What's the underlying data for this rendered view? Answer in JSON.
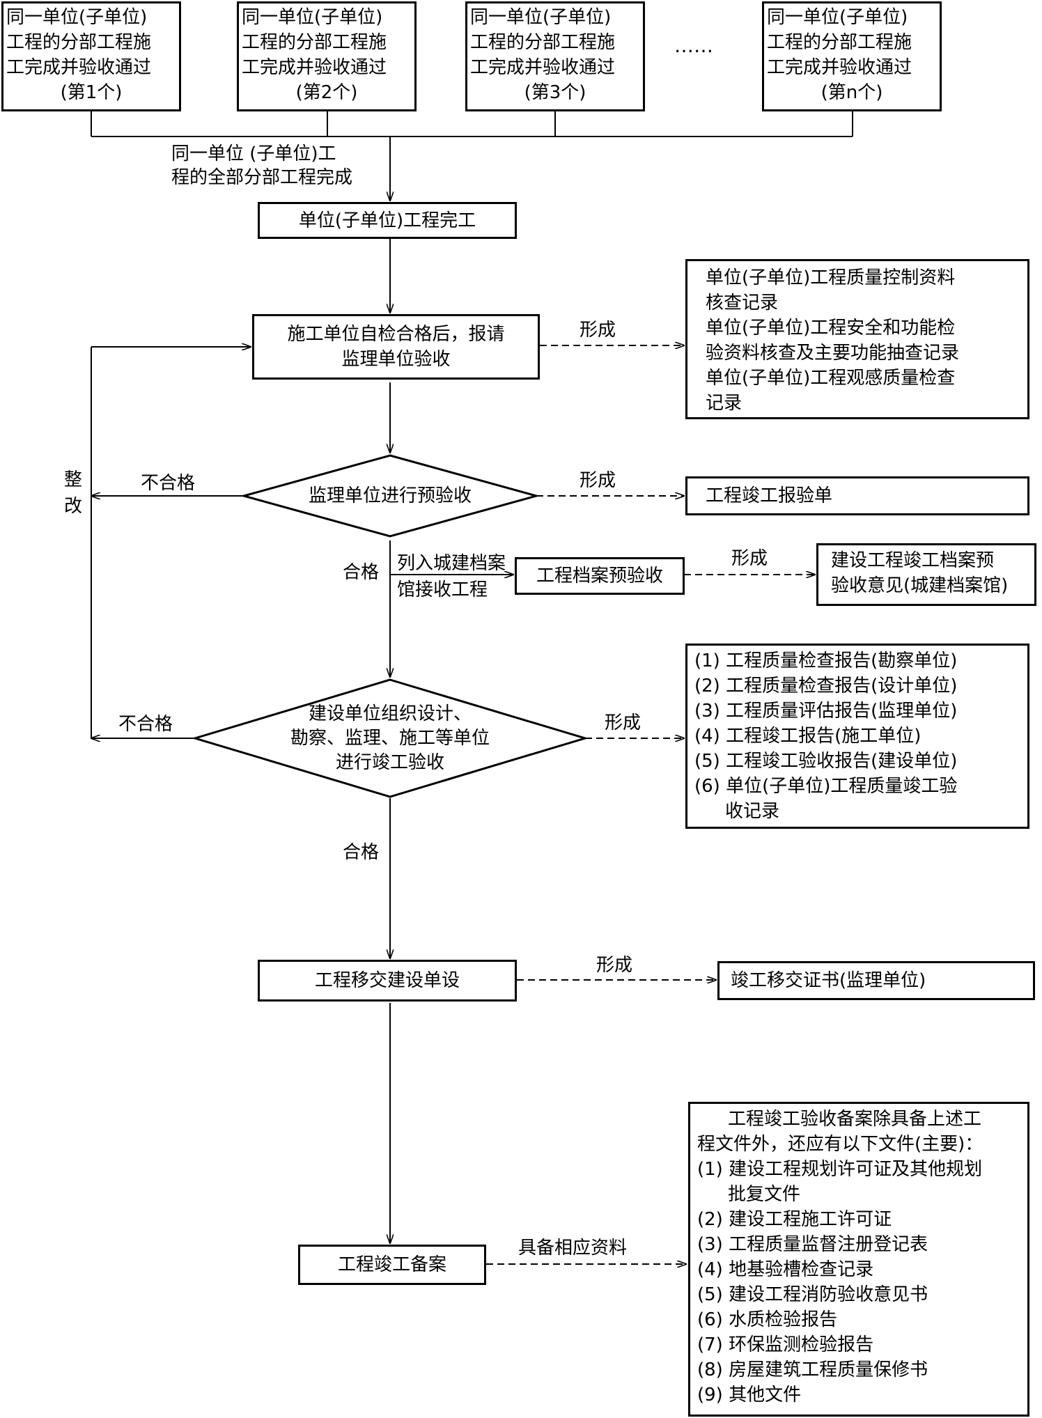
{
  "top_boxes": [
    {
      "lines": [
        "同一单位(子单位)",
        "工程的分部工程施",
        "工完成并验收通过",
        "(第1个)"
      ]
    },
    {
      "lines": [
        "同一单位(子单位)",
        "工程的分部工程施",
        "工完成并验收通过",
        "(第2个)"
      ]
    },
    {
      "lines": [
        "同一单位(子单位)",
        "工程的分部工程施",
        "工完成并验收通过",
        "(第3个)"
      ]
    },
    {
      "lines": [
        "同一单位(子单位)",
        "工程的分部工程施",
        "工完成并验收通过",
        "(第n个)"
      ]
    }
  ],
  "ellipsis": "……",
  "merge_label": [
    "同一单位 (子单位)工",
    "程的全部分部工程完成"
  ],
  "nodes": {
    "unit_complete": "单位(子单位)工程完工",
    "self_check": [
      "施工单位自检合格后，报请",
      "监理单位验收"
    ],
    "pre_acceptance": "监理单位进行预验收",
    "archive_pre": "工程档案预验收",
    "final_acceptance": [
      "建设单位组织设计、",
      "勘察、监理、施工等单位",
      "进行竣工验收"
    ],
    "handover": "工程移交建设单设",
    "filing": "工程竣工备案"
  },
  "outputs": {
    "self_check_records": [
      "单位(子单位)工程质量控制资料",
      "核查记录",
      "单位(子单位)工程安全和功能检",
      "验资料核查及主要功能抽查记录",
      "单位(子单位)工程观感质量检查",
      "记录"
    ],
    "pre_acceptance_form": "工程竣工报验单",
    "archive_opinion": [
      "建设工程竣工档案预",
      "验收意见(城建档案馆)"
    ],
    "final_reports": [
      "(1) 工程质量检查报告(勘察单位)",
      "(2) 工程质量检查报告(设计单位)",
      "(3) 工程质量评估报告(监理单位)",
      "(4) 工程竣工报告(施工单位)",
      "(5) 工程竣工验收报告(建设单位)",
      "(6) 单位(子单位)工程质量竣工验",
      "收记录"
    ],
    "handover_cert": "竣工移交证书(监理单位)",
    "filing_docs": [
      "工程竣工验收备案除具备上述工",
      "程文件外，还应有以下文件(主要)：",
      "(1) 建设工程规划许可证及其他规划",
      "批复文件",
      "(2) 建设工程施工许可证",
      "(3) 工程质量监督注册登记表",
      "(4) 地基验槽检查记录",
      "(5) 建设工程消防验收意见书",
      "(6) 水质检验报告",
      "(7) 环保监测检验报告",
      "(8) 房屋建筑工程质量保修书",
      "(9) 其他文件"
    ]
  },
  "labels": {
    "form1": "形成",
    "form2": "形成",
    "form3": "形成",
    "form4": "形成",
    "form5": "形成",
    "fail1": "不合格",
    "fail2": "不合格",
    "pass1": "合格",
    "pass2": "合格",
    "rectify": [
      "整",
      "改"
    ],
    "archive_branch": [
      "列入城建档案",
      "馆接收工程"
    ],
    "filing_material": "具备相应资料"
  }
}
